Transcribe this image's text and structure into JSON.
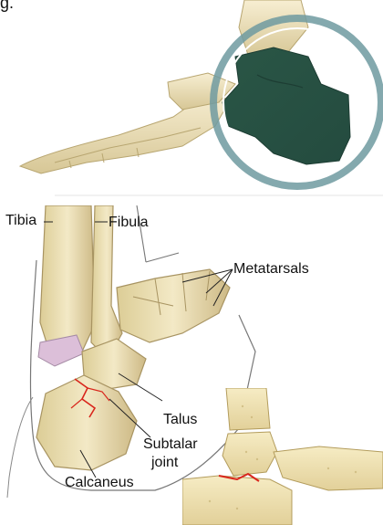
{
  "corner_fragment": "g.",
  "labels": {
    "tibia": "Tibia",
    "fibula": "Fibula",
    "metatarsals": "Metatarsals",
    "talus": "Talus",
    "subtalar_joint_line1": "Subtalar",
    "subtalar_joint_line2": "joint",
    "calcaneus": "Calcaneus"
  },
  "colors": {
    "bone": "#ecdfb3",
    "bone_shadow": "#c9b57e",
    "highlight_bone": "#2f5d4f",
    "ring": "#6f9aa0",
    "cartilage": "#dcbfd9",
    "fracture": "#d9261c"
  }
}
